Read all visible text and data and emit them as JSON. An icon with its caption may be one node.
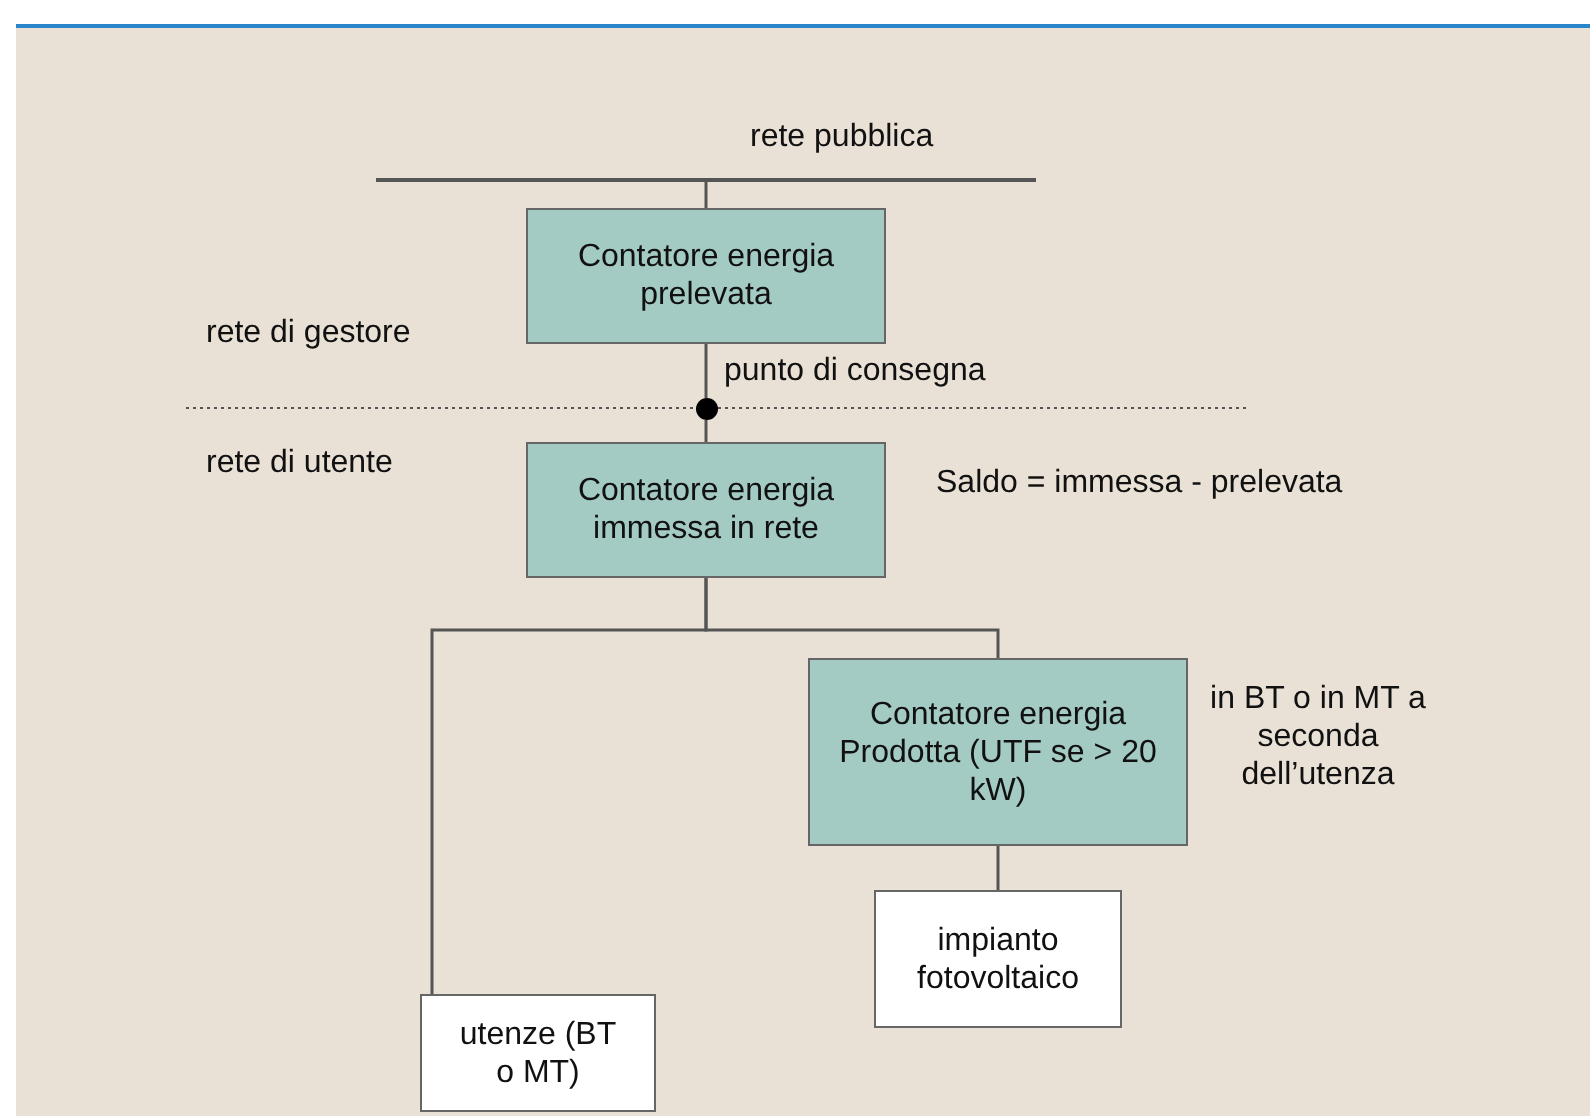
{
  "diagram": {
    "nodes": [
      {
        "text": [
          "rete pubblica"
        ]
      },
      {
        "text": [
          "Contatore energia prelevata"
        ]
      },
      {
        "text": [],
        "shape": "circle",
        "beside": [
          "punto di consegna"
        ]
      },
      {
        "text": [
          "Contatore energia immessa in rete"
        ]
      },
      {
        "text": [
          "utenze (BT o MT)"
        ]
      },
      {
        "text": [
          "Contatore energia Prodotta (UTF se > 20 kW)"
        ],
        "beside": [
          "in BT o in MT a seconda dell’utenza"
        ]
      },
      {
        "text": [
          "impianto fotovoltaico"
        ]
      }
    ],
    "edges": [
      {
        "from": 0,
        "to": 1,
        "arrow": "none"
      },
      {
        "from": 1,
        "to": 2,
        "arrow": "none"
      },
      {
        "from": 2,
        "to": 3,
        "arrow": "none"
      },
      {
        "from": 3,
        "to": 4,
        "arrow": "none"
      },
      {
        "from": 3,
        "to": 5,
        "arrow": "none"
      },
      {
        "from": 5,
        "to": 6,
        "arrow": "none"
      }
    ],
    "labels": [
      "rete di gestore",
      "rete di utente",
      "Saldo = immessa - prelevata"
    ]
  }
}
